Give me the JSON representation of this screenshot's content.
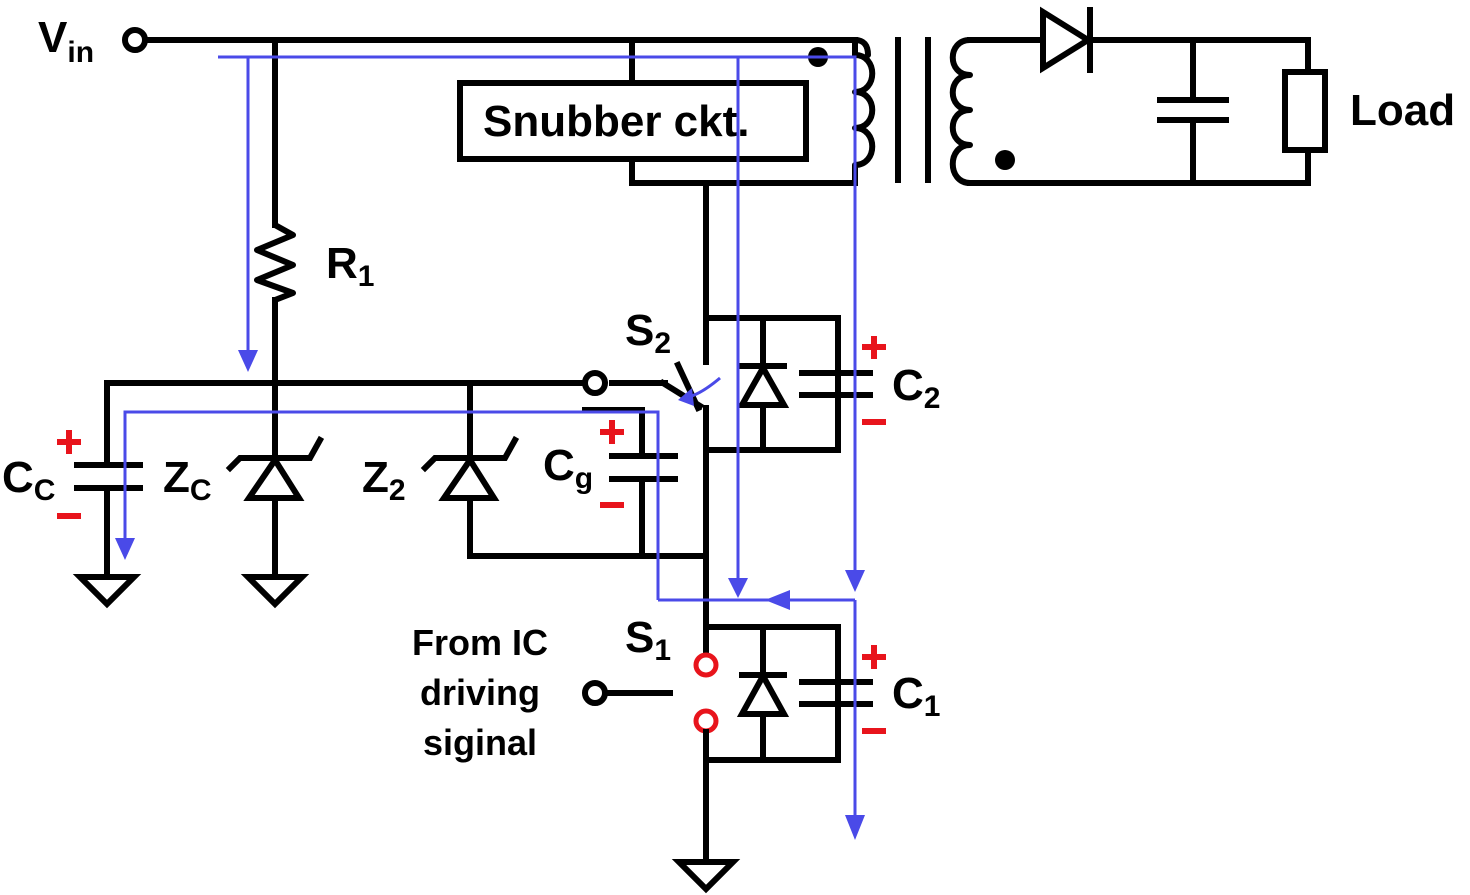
{
  "labels": {
    "vin_main": "V",
    "vin_sub": "in",
    "snubber": "Snubber ckt.",
    "load": "Load",
    "r1_main": "R",
    "r1_sub": "1",
    "s2_main": "S",
    "s2_sub": "2",
    "c2_main": "C",
    "c2_sub": "2",
    "cc_main": "C",
    "cc_sub": "C",
    "zc_main": "Z",
    "zc_sub": "C",
    "z2_main": "Z",
    "z2_sub": "2",
    "cg_main": "C",
    "cg_sub": "g",
    "s1_main": "S",
    "s1_sub": "1",
    "c1_main": "C",
    "c1_sub": "1",
    "drive_line1": "From IC",
    "drive_line2": "driving",
    "drive_line3": "siginal"
  },
  "colors": {
    "wire": "#000000",
    "current_path": "#4a4ae8",
    "polarity": "#e8141c"
  }
}
